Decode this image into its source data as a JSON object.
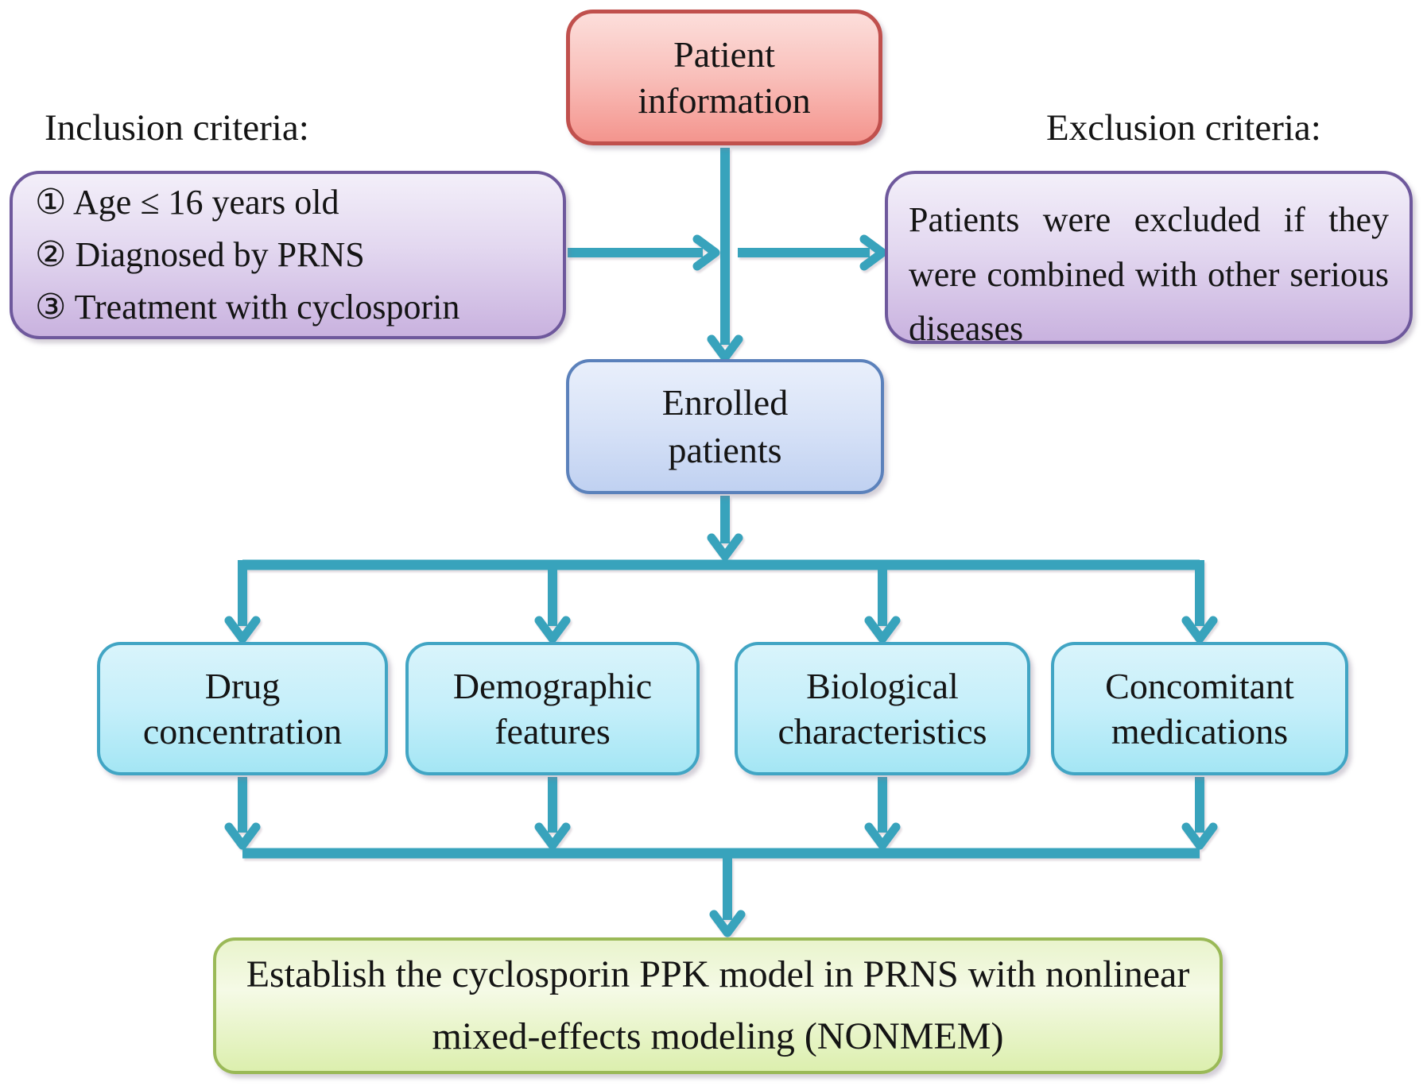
{
  "diagram": {
    "patient_info": {
      "lines": [
        "Patient",
        "information"
      ]
    },
    "inclusion": {
      "label": "Inclusion criteria:",
      "items": [
        "① Age ≤ 16 years old",
        "② Diagnosed by PRNS",
        "③ Treatment with cyclosporin"
      ]
    },
    "exclusion": {
      "label": "Exclusion criteria:",
      "text": "Patients were excluded if they were combined with other serious diseases"
    },
    "enrolled": {
      "lines": [
        "Enrolled",
        "patients"
      ]
    },
    "covariates": [
      {
        "lines": [
          "Drug",
          "concentration"
        ]
      },
      {
        "lines": [
          "Demographic",
          "features"
        ]
      },
      {
        "lines": [
          "Biological",
          "characteristics"
        ]
      },
      {
        "lines": [
          "Concomitant",
          "medications"
        ]
      }
    ],
    "outcome": {
      "text": "Establish the cyclosporin PPK model in PRNS with nonlinear mixed-effects modeling (NONMEM)"
    },
    "colors": {
      "arrow": "#38a3bc",
      "patient_border": "#c0504d",
      "purple_border": "#6e589c",
      "blue_border": "#5b81bb",
      "cyan_border": "#41a5c4",
      "green_border": "#9ab957"
    }
  }
}
